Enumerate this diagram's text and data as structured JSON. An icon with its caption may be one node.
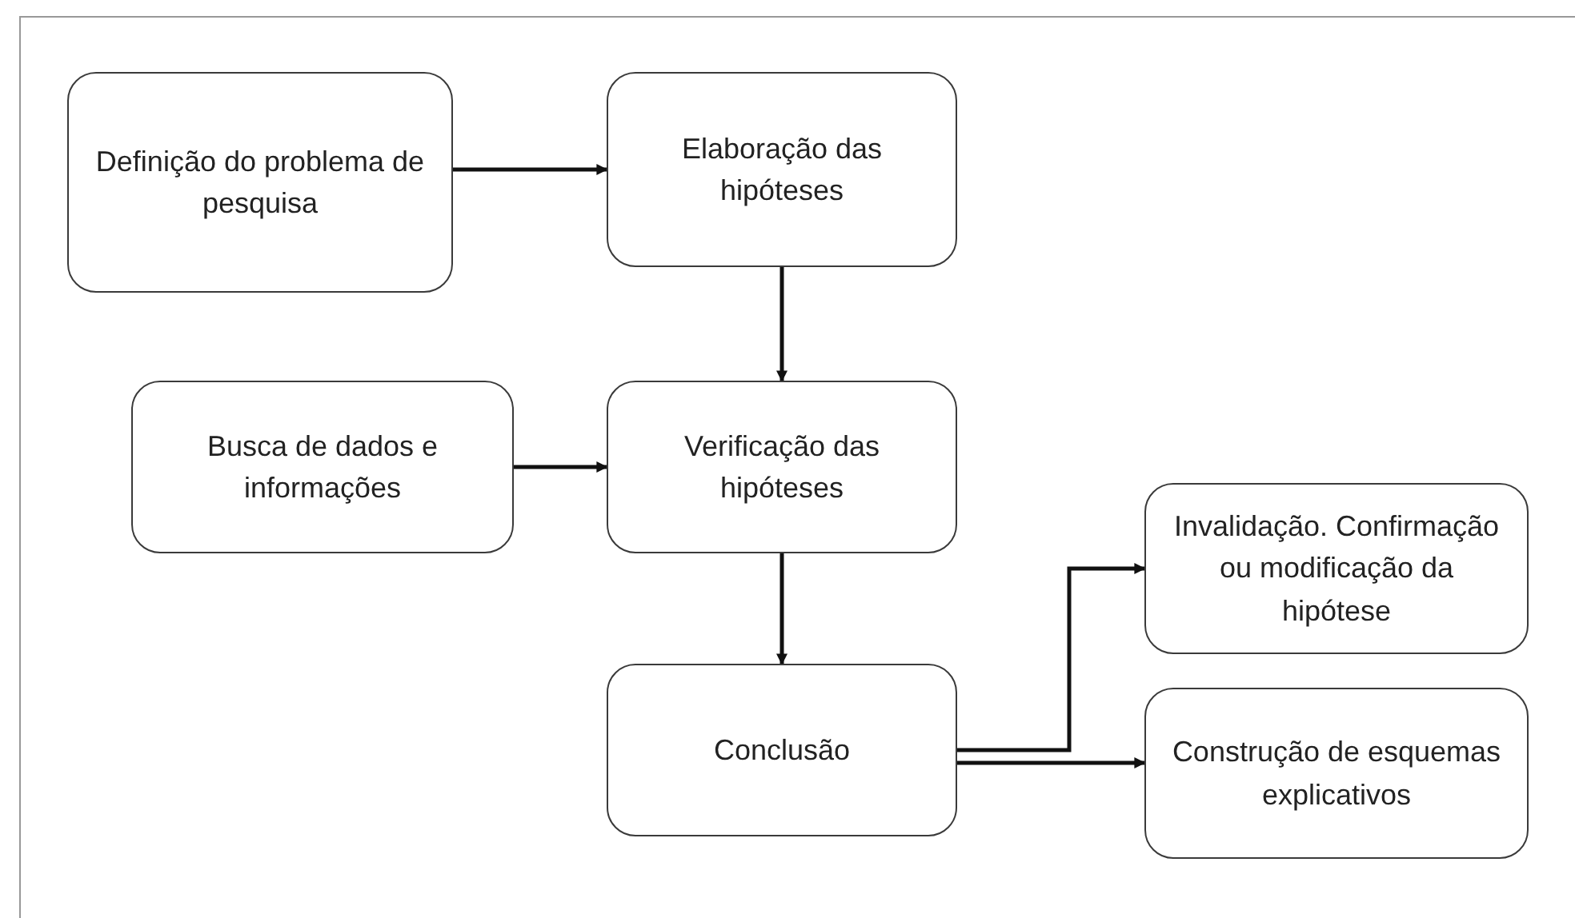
{
  "diagram": {
    "nodes": [
      {
        "text": [
          "Definição do problema de pesquisa"
        ]
      },
      {
        "text": [
          "Elaboração das hipóteses"
        ]
      },
      {
        "text": [
          "Busca de dados e informações"
        ]
      },
      {
        "text": [
          "Verificação das hipóteses"
        ]
      },
      {
        "text": [
          "Conclusão"
        ]
      },
      {
        "text": [
          "Invalidação. Confirmação ou modificação da hipótese"
        ]
      },
      {
        "text": [
          "Construção de esquemas explicativos"
        ]
      }
    ],
    "edges": [
      {
        "from": 0,
        "to": 1,
        "arrow": "to"
      },
      {
        "from": 1,
        "to": 3,
        "arrow": "to"
      },
      {
        "from": 2,
        "to": 3,
        "arrow": "to"
      },
      {
        "from": 3,
        "to": 4,
        "arrow": "to"
      },
      {
        "from": 4,
        "to": 5,
        "arrow": "to"
      },
      {
        "from": 4,
        "to": 6,
        "arrow": "to"
      }
    ]
  }
}
